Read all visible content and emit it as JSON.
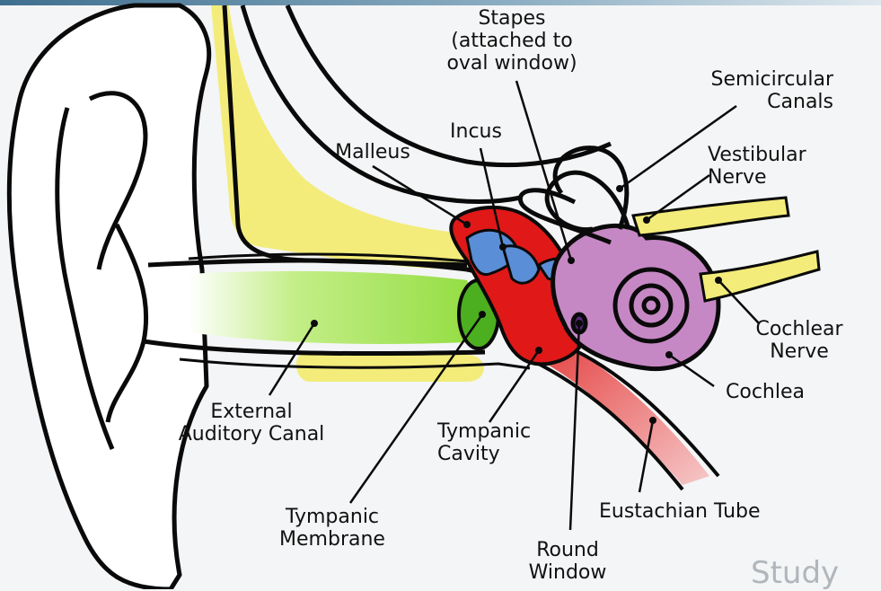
{
  "labels": {
    "stapes": [
      "Stapes",
      "(attached to",
      "oval window)"
    ],
    "semicircular": [
      "Semicircular",
      "Canals"
    ],
    "incus": [
      "Incus"
    ],
    "malleus": [
      "Malleus"
    ],
    "vestibular": [
      "Vestibular",
      "Nerve"
    ],
    "cochlear_nerve": [
      "Cochlear",
      "Nerve"
    ],
    "cochlea": [
      "Cochlea"
    ],
    "external": [
      "External",
      "Auditory Canal"
    ],
    "tympanic_cavity": [
      "Tympanic",
      "Cavity"
    ],
    "tympanic_membrane": [
      "Tympanic",
      "Membrane"
    ],
    "eustachian": [
      "Eustachian Tube"
    ],
    "round_window": [
      "Round",
      "Window"
    ]
  },
  "watermark": "Study",
  "colors": {
    "outline": "#0a0a0a",
    "bone_yellow": "#f3ec7a",
    "canal_green": "#8fdc3c",
    "membrane_green": "#4caf1f",
    "cavity_red": "#e01818",
    "ossicle_blue": "#5a8ed6",
    "cochlea_purple": "#c688c4",
    "tube_pink": "#e06a6a"
  }
}
